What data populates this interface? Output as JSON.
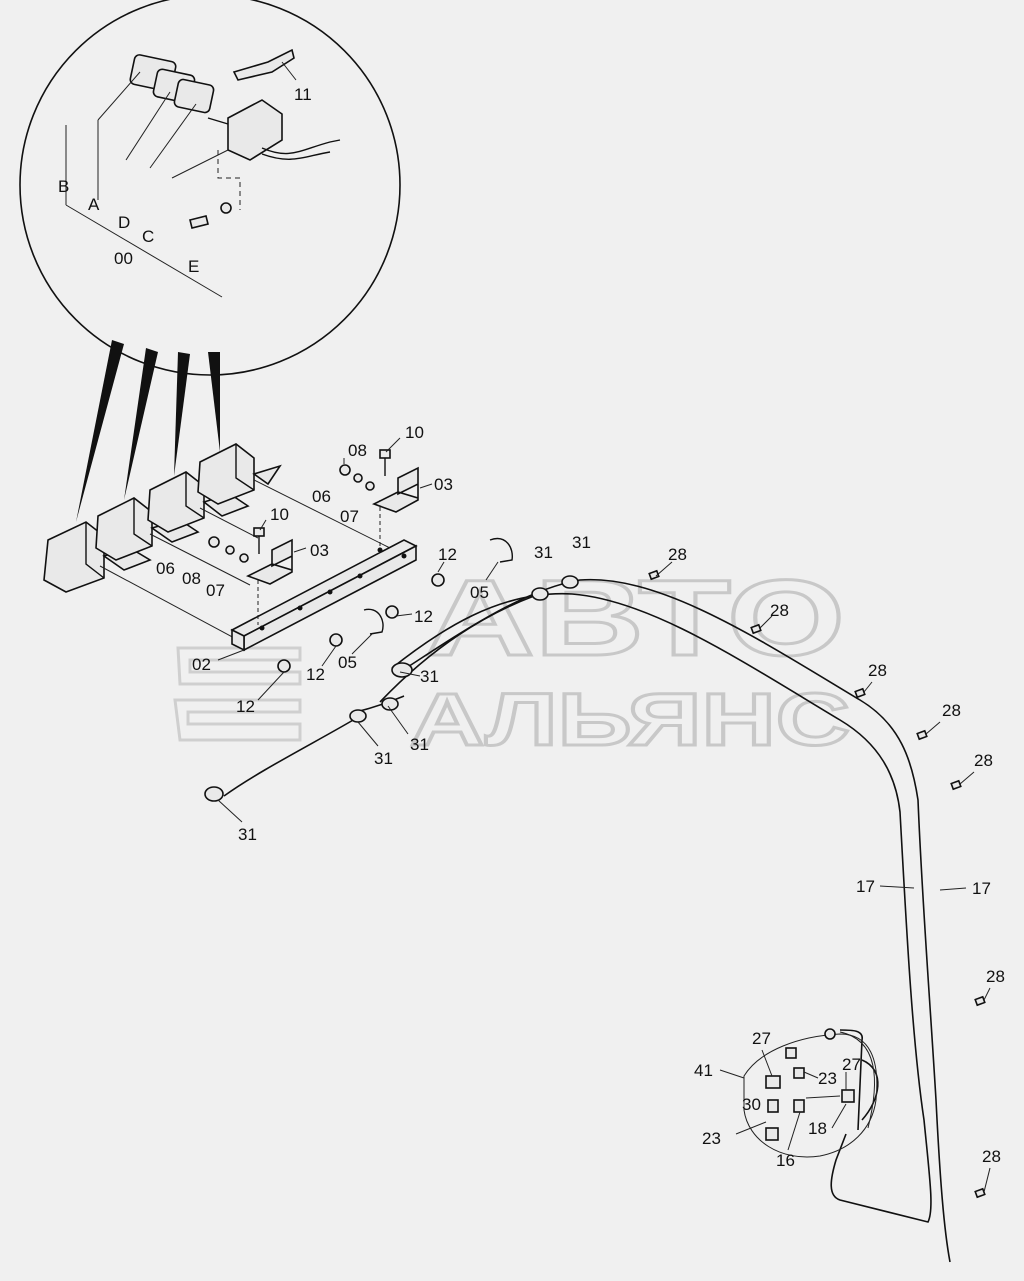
{
  "watermark": {
    "line1": "АВТО",
    "line2": "АЛЬЯНС"
  },
  "detail_labels": {
    "b": "B",
    "a": "A",
    "d": "D",
    "c": "C",
    "zero": "00",
    "e": "E",
    "eleven": "11"
  },
  "callouts": {
    "c10a": "10",
    "c08a": "08",
    "c06a": "06",
    "c07a": "07",
    "c03a": "03",
    "c10b": "10",
    "c06b": "06",
    "c08b": "08",
    "c07b": "07",
    "c03b": "03",
    "c12a": "12",
    "c05a": "05",
    "c12b": "12",
    "c12c": "12",
    "c02": "02",
    "c05b": "05",
    "c12d": "12",
    "c31a": "31",
    "c31b": "31",
    "c31c": "31",
    "c31d": "31",
    "c31e": "31",
    "c31f": "31",
    "c28a": "28",
    "c28b": "28",
    "c28c": "28",
    "c28d": "28",
    "c28e": "28",
    "c28f": "28",
    "c28g": "28",
    "c17a": "17",
    "c17b": "17",
    "c41": "41",
    "c27a": "27",
    "c27b": "27",
    "c23a": "23",
    "c23b": "23",
    "c30": "30",
    "c18": "18",
    "c16": "16"
  },
  "colors": {
    "background": "#f0f0f0",
    "ink": "#111111",
    "watermark": "#c8c8c8"
  }
}
